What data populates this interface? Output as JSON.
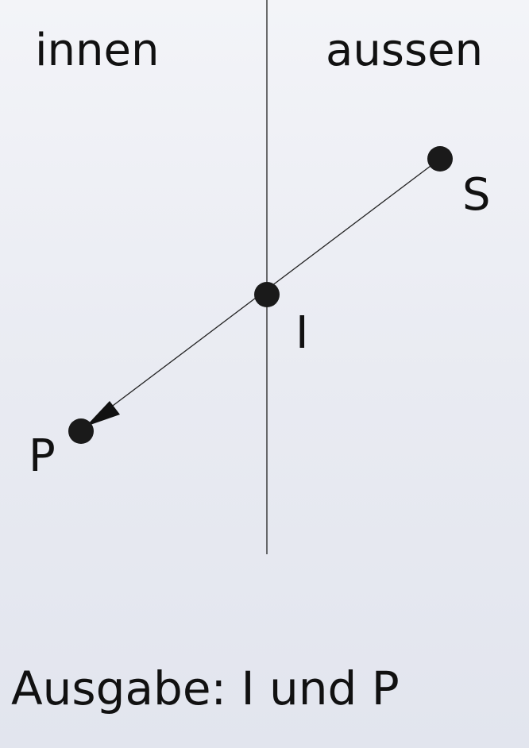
{
  "labels": {
    "inside": "innen",
    "outside": "aussen",
    "point_s": "S",
    "point_i": "I",
    "point_p": "P"
  },
  "caption": "Ausgabe: I und P",
  "colors": {
    "line": "#222222",
    "point": "#1a1a1a",
    "text": "#111111"
  }
}
